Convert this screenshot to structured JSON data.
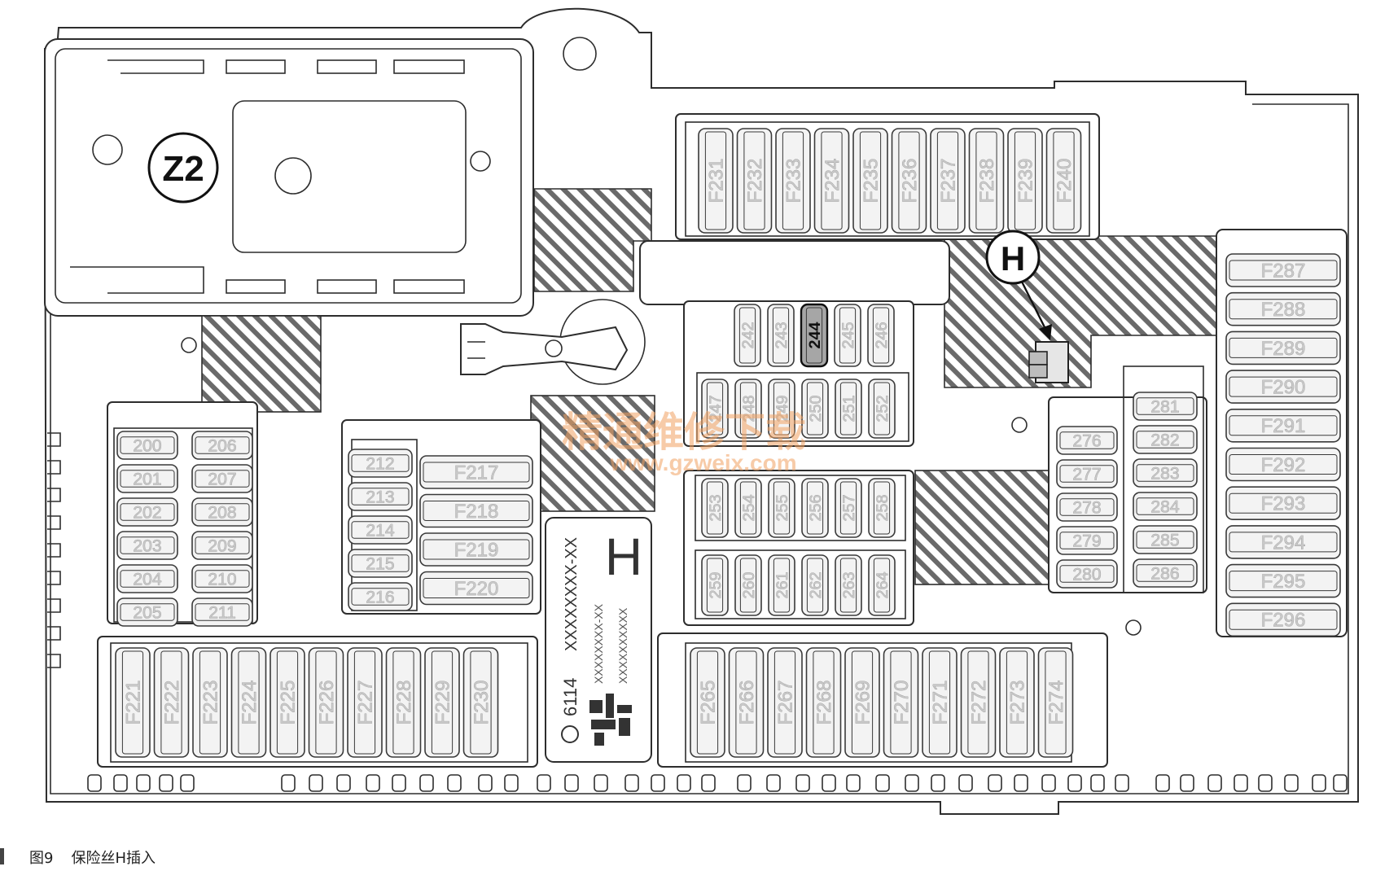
{
  "module_label": "Z2",
  "callout_label": "H",
  "highlighted_fuse": "244",
  "watermark": {
    "cn": "精通维修下载",
    "url": "www.gzweix.com"
  },
  "sticker": {
    "part_number": "6114",
    "code1": "XXXXXXXX-XX",
    "code2": "XXXXXXXX-XX",
    "code3": "XXXXXXXXXX",
    "letter": "H"
  },
  "caption": {
    "figure": "图9",
    "title": "保险丝H插入"
  },
  "fuses": {
    "top_row": [
      "F231",
      "F232",
      "F233",
      "F234",
      "F235",
      "F236",
      "F237",
      "F238",
      "F239",
      "F240"
    ],
    "mid_upper": [
      "242",
      "243",
      "244",
      "245",
      "246"
    ],
    "mid_lower": [
      "247",
      "248",
      "249",
      "250",
      "251",
      "252"
    ],
    "mid_row3": [
      "253",
      "254",
      "255",
      "256",
      "257",
      "258"
    ],
    "mid_row4": [
      "259",
      "260",
      "261",
      "262",
      "263",
      "264"
    ],
    "left_col_a": [
      "200",
      "201",
      "202",
      "203",
      "204",
      "205"
    ],
    "left_col_b": [
      "206",
      "207",
      "208",
      "209",
      "210",
      "211"
    ],
    "center_small": [
      "212",
      "213",
      "214",
      "215",
      "216"
    ],
    "center_large": [
      "F217",
      "F218",
      "F219",
      "F220"
    ],
    "bottom_left": [
      "F221",
      "F222",
      "F223",
      "F224",
      "F225",
      "F226",
      "F227",
      "F228",
      "F229",
      "F230"
    ],
    "bottom_right": [
      "F265",
      "F266",
      "F267",
      "F268",
      "F269",
      "F270",
      "F271",
      "F272",
      "F273",
      "F274"
    ],
    "right_col_a": [
      "276",
      "277",
      "278",
      "279",
      "280"
    ],
    "right_col_b": [
      "281",
      "282",
      "283",
      "284",
      "285",
      "286"
    ],
    "right_large": [
      "F287",
      "F288",
      "F289",
      "F290",
      "F291",
      "F292",
      "F293",
      "F294",
      "F295",
      "F296"
    ]
  }
}
